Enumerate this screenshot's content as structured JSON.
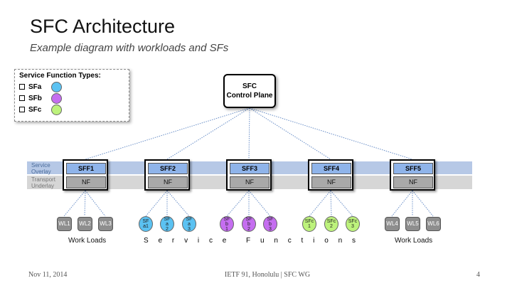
{
  "slide": {
    "title": "SFC Architecture",
    "subtitle": "Example diagram with workloads and SFs"
  },
  "legend": {
    "title": "Service Function Types:",
    "items": [
      {
        "label": "SFa",
        "color": "#5bc2f2"
      },
      {
        "label": "SFb",
        "color": "#c56ef0"
      },
      {
        "label": "SFc",
        "color": "#bdf27c"
      }
    ]
  },
  "control_plane": {
    "line1": "SFC",
    "line2": "Control Plane"
  },
  "layers": {
    "service_overlay": {
      "line1": "Service",
      "line2": "Overlay"
    },
    "transport_underlay": {
      "line1": "Transport",
      "line2": "Underlay"
    }
  },
  "sffs": [
    {
      "label": "SFF1",
      "nf": "NF"
    },
    {
      "label": "SFF2",
      "nf": "NF"
    },
    {
      "label": "SFF3",
      "nf": "NF"
    },
    {
      "label": "SFF4",
      "nf": "NF"
    },
    {
      "label": "SFF5",
      "nf": "NF"
    }
  ],
  "workloads_left": [
    "WL1",
    "WL2",
    "WL3"
  ],
  "workloads_right": [
    "WL4",
    "WL5",
    "WL6"
  ],
  "service_functions": [
    {
      "type": "a",
      "lines": [
        "SF",
        "a1"
      ]
    },
    {
      "type": "a",
      "lines": [
        "SF",
        "a",
        "2"
      ]
    },
    {
      "type": "a",
      "lines": [
        "SF",
        "a",
        "3"
      ]
    },
    {
      "type": "b",
      "lines": [
        "SF",
        "b",
        "1"
      ]
    },
    {
      "type": "b",
      "lines": [
        "SF",
        "b",
        "2"
      ]
    },
    {
      "type": "b",
      "lines": [
        "SF",
        "b",
        "3"
      ]
    },
    {
      "type": "c",
      "lines": [
        "SFc",
        "1"
      ]
    },
    {
      "type": "c",
      "lines": [
        "SFc",
        "2"
      ]
    },
    {
      "type": "c",
      "lines": [
        "SFc",
        "3"
      ]
    }
  ],
  "labels": {
    "work_loads_left": "Work Loads",
    "work_loads_right": "Work Loads",
    "service_functions_letters": [
      "S",
      "e",
      "r",
      "v",
      "i",
      "c",
      "e",
      "",
      "F",
      "u",
      "n",
      "c",
      "t",
      "i",
      "o",
      "n",
      "s"
    ]
  },
  "footer": {
    "date": "Nov 11, 2014",
    "event": "IETF 91, Honolulu | SFC WG",
    "page": "4"
  },
  "colors": {
    "sff_top": "#8fb4ea",
    "service_overlay": "#b6c8e6",
    "transport_underlay": "#d6d6d6",
    "workload": "#8e8e8e",
    "link": "#6a8fc8"
  }
}
